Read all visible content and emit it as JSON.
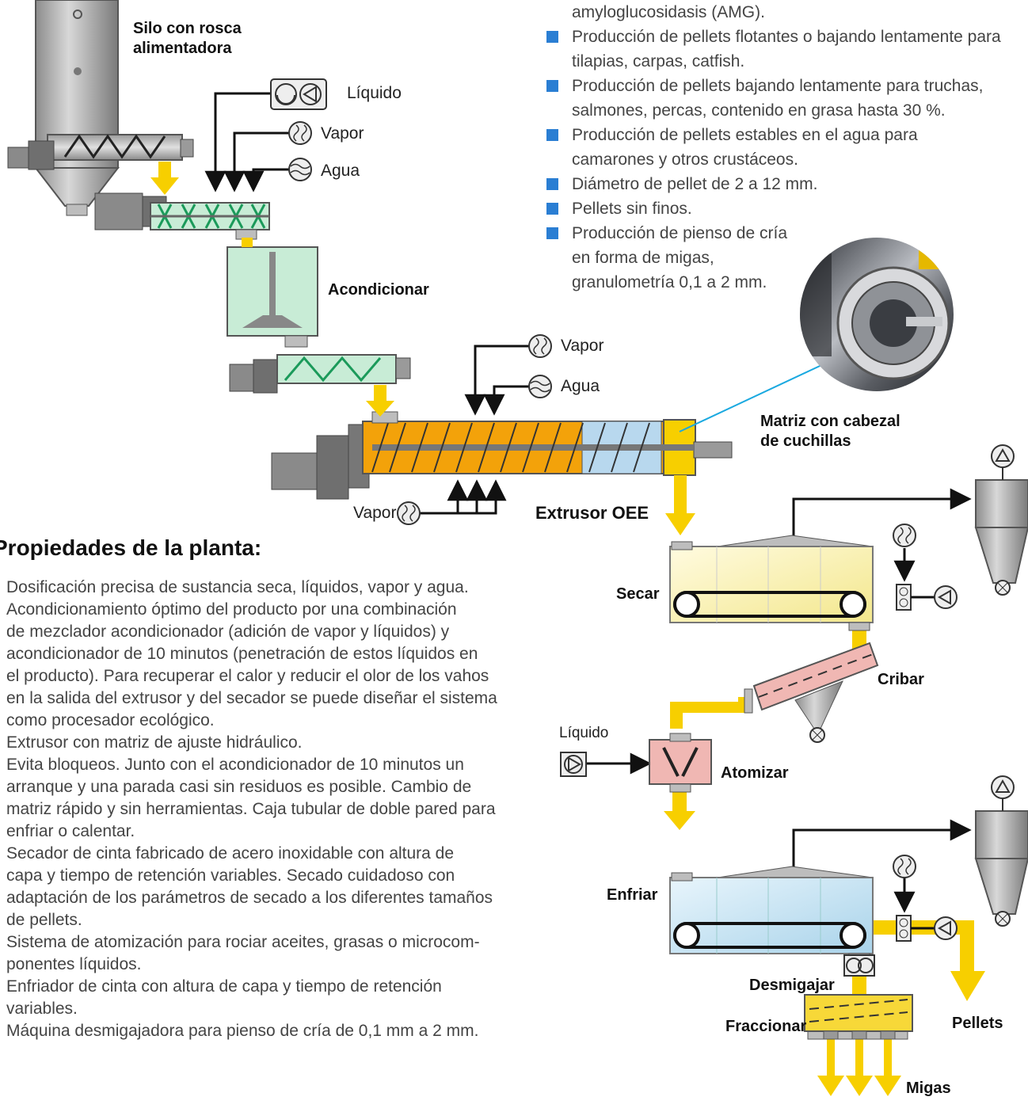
{
  "top_bullets": [
    {
      "text": "amyloglucosidasis (AMG).",
      "continuation": true
    },
    {
      "text": "Producción de pellets flotantes o bajando lentamente para tilapias, carpas, catfish.",
      "continuation": false
    },
    {
      "text": "Producción de pellets bajando lentamente para truchas, salmones, percas, contenido en grasa hasta 30 %.",
      "continuation": false
    },
    {
      "text": "Producción de pellets estables en el agua para camarones y otros crustáceos.",
      "continuation": false
    },
    {
      "text": "Diámetro de pellet de 2 a 12 mm.",
      "continuation": false
    },
    {
      "text": "Pellets sin finos.",
      "continuation": false
    },
    {
      "text": "Producción de pienso de cría",
      "continuation": false
    },
    {
      "text": "en forma de migas,",
      "continuation": true
    },
    {
      "text": "granulometría 0,1 a 2 mm.",
      "continuation": true
    }
  ],
  "diagram": {
    "silo": "Silo con rosca alimentadora",
    "liquido_top": "Líquido",
    "vapor_top": "Vapor",
    "agua_top": "Agua",
    "acondicionar": "Acondicionar",
    "vapor_ext": "Vapor",
    "agua_ext": "Agua",
    "vapor_bottom": "Vapor",
    "matriz": "Matriz con cabezal de cuchillas",
    "extrusor": "Extrusor OEE",
    "secar": "Secar",
    "cribar": "Cribar",
    "liquido_atom": "Líquido",
    "atomizar": "Atomizar",
    "enfriar": "Enfriar",
    "desmigajar": "Desmigajar",
    "fraccionar": "Fraccionar",
    "pellets": "Pellets",
    "migas": "Migas"
  },
  "properties": {
    "title": "Propiedades de la planta:",
    "lines": [
      "Dosificación precisa de sustancia seca, líquidos, vapor y agua.",
      "Acondicionamiento óptimo del producto por una combinación",
      "de mezclador acondicionador (adición de vapor y líquidos) y",
      "acondicionador de 10 minutos (penetración de estos líquidos en",
      "el producto). Para recuperar el calor y reducir el olor de los vahos",
      "en la salida del extrusor y del secador se puede diseñar el sistema",
      "como procesador ecológico.",
      "Extrusor con matriz de ajuste hidráulico.",
      "Evita bloqueos. Junto con el acondicionador de 10 minutos un",
      "arranque y una parada casi sin residuos es posible. Cambio de",
      "matriz rápido y sin herramientas. Caja tubular de doble pared para",
      "enfriar o calentar.",
      "Secador de cinta fabricado de acero inoxidable con altura de",
      "capa y tiempo de retención variables. Secado cuidadoso con",
      "adaptación de los parámetros de secado a los diferentes tamaños",
      "de pellets.",
      "Sistema de atomización para rociar aceites, grasas o microcom-",
      "ponentes líquidos.",
      "Enfriador de cinta con altura de capa y tiempo de retención",
      "variables.",
      "Máquina desmigajadora para pienso de cría de 0,1 mm a 2 mm."
    ]
  },
  "colors": {
    "flow_yellow": "#f7cf00",
    "bullet_blue": "#2a7ed3",
    "mixer_green": "#c8ecd6",
    "extruder_orange": "#f3a20a",
    "dryer_yellow": "#fbf4b8",
    "cooler_blue": "#c9e4f2",
    "screen_red": "#f0b7b3",
    "callout_cyan": "#1aa9e0"
  }
}
